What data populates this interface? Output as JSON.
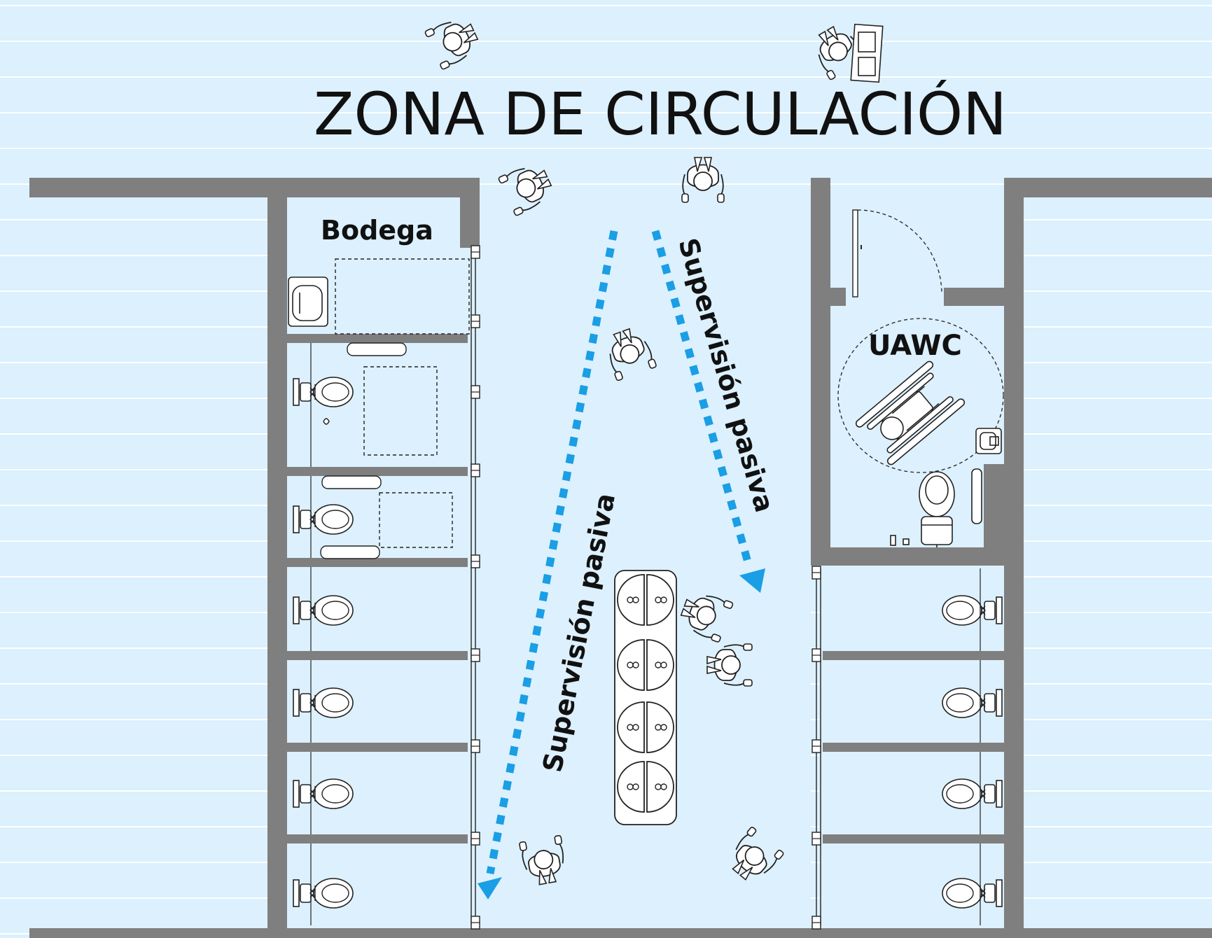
{
  "title": "ZONA DE CIRCULACIÓN",
  "rooms": {
    "storage": "Bodega",
    "accessible_wc": "UAWC"
  },
  "arrows": [
    {
      "label": "Supervisión pasiva",
      "direction": "down-left"
    },
    {
      "label": "Supervisión pasiva",
      "direction": "down-right"
    }
  ],
  "colors": {
    "background": "#dcf0fd",
    "stripe": "#ffffff",
    "wall": "#7f7f7f",
    "arrow": "#1a9ee5",
    "ink": "#111111"
  },
  "fixtures": {
    "left_toilet_stalls": 6,
    "right_toilet_stalls": 4,
    "sinks": 8,
    "people": 9
  }
}
